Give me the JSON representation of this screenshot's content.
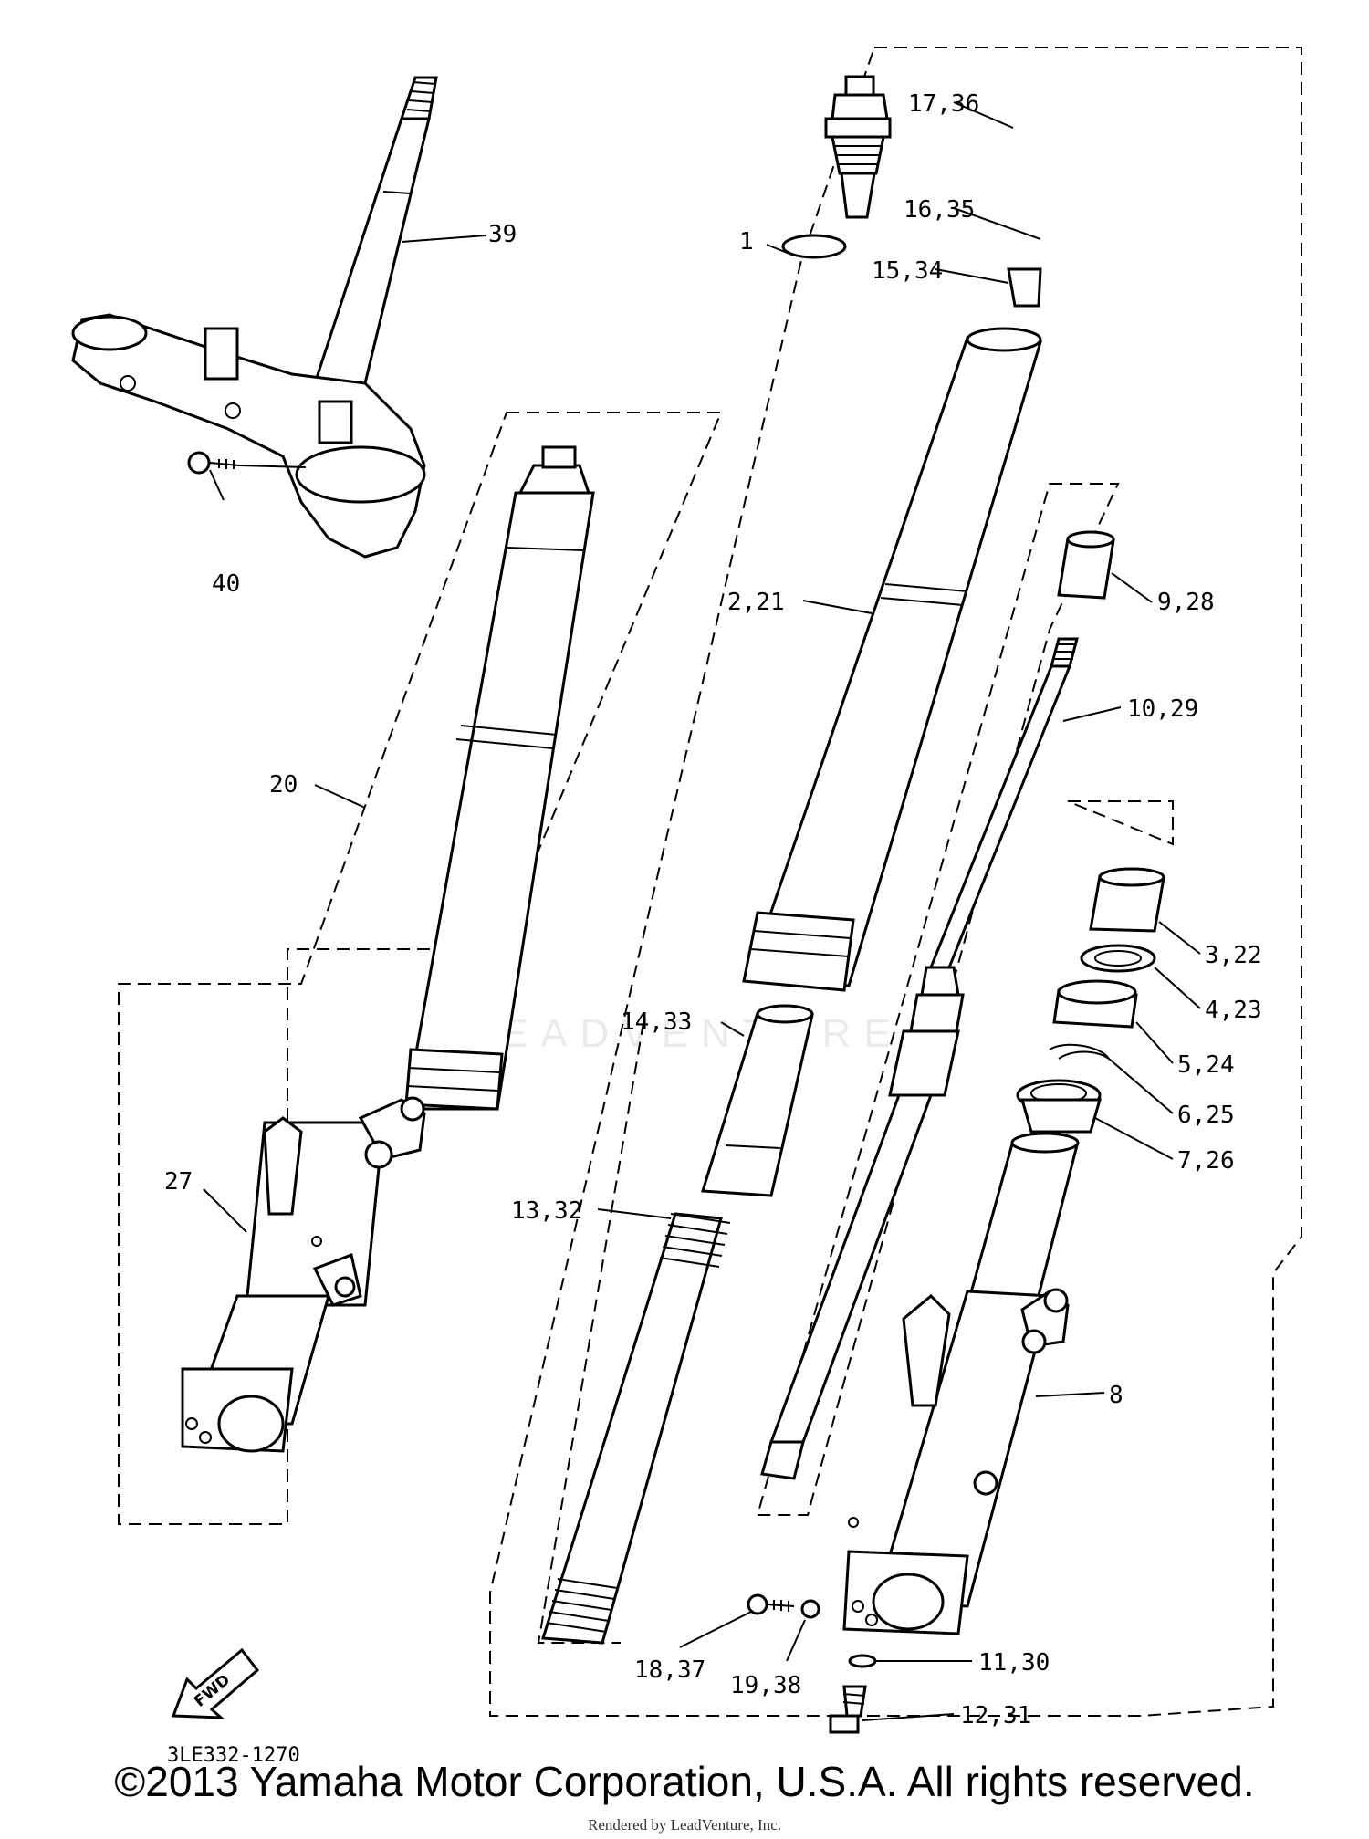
{
  "parts": {
    "p1": "1",
    "p2_21": "2,21",
    "p3_22": "3,22",
    "p4_23": "4,23",
    "p5_24": "5,24",
    "p6_25": "6,25",
    "p7_26": "7,26",
    "p8": "8",
    "p9_28": "9,28",
    "p10_29": "10,29",
    "p11_30": "11,30",
    "p12_31": "12,31",
    "p13_32": "13,32",
    "p14_33": "14,33",
    "p15_34": "15,34",
    "p16_35": "16,35",
    "p17_36": "17,36",
    "p18_37": "18,37",
    "p19_38": "19,38",
    "p20": "20",
    "p27": "27",
    "p39": "39",
    "p40": "40"
  },
  "fwd_badge": "FWD",
  "ref_code": "3LE332-1270",
  "watermark": "LEADVENTURE",
  "copyright": "©2013 Yamaha Motor Corporation, U.S.A. All rights reserved.",
  "rendered_by": "Rendered by LeadVenture, Inc."
}
